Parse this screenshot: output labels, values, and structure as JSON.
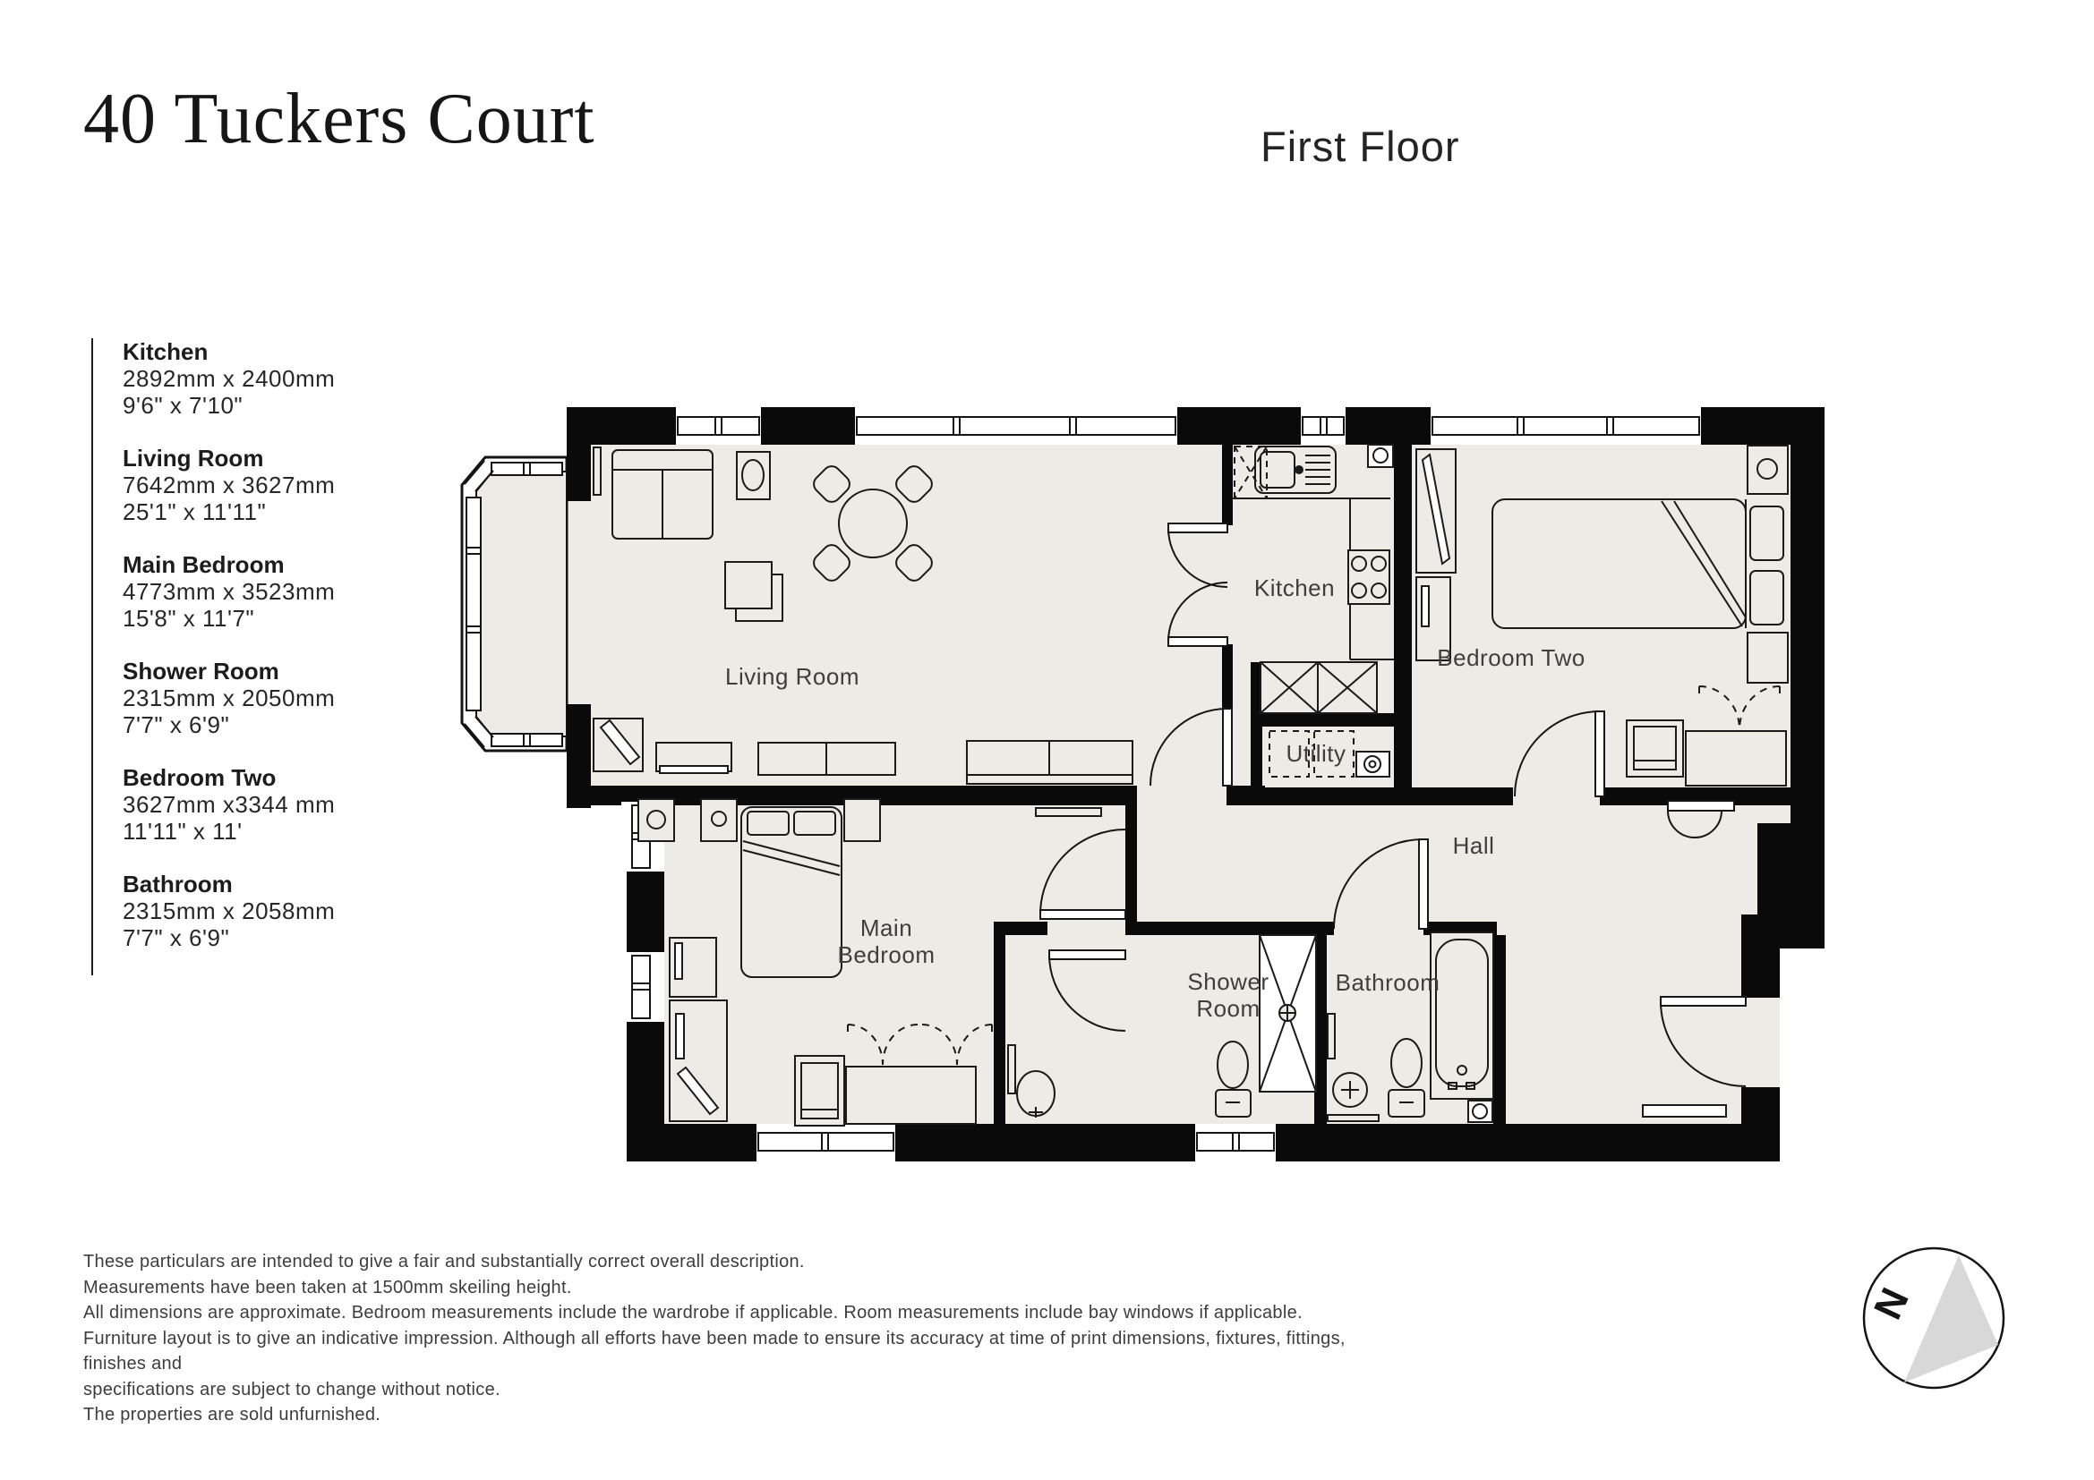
{
  "title": "40 Tuckers Court",
  "floor_label": "First Floor",
  "sidebar": {
    "rooms": [
      {
        "name": "Kitchen",
        "metric": "2892mm x 2400mm",
        "imperial": "9'6\" x 7'10\""
      },
      {
        "name": "Living Room",
        "metric": "7642mm x 3627mm",
        "imperial": "25'1\" x 11'11\""
      },
      {
        "name": "Main Bedroom",
        "metric": "4773mm x 3523mm",
        "imperial": "15'8\" x 11'7\""
      },
      {
        "name": "Shower Room",
        "metric": "2315mm x 2050mm",
        "imperial": "7'7\" x 6'9\""
      },
      {
        "name": "Bedroom Two",
        "metric": "3627mm x3344 mm",
        "imperial": "11'11\" x 11'"
      },
      {
        "name": "Bathroom",
        "metric": "2315mm x 2058mm",
        "imperial": "7'7\" x 6'9\""
      }
    ]
  },
  "plan": {
    "labels": {
      "living_room": "Living Room",
      "kitchen": "Kitchen",
      "bedroom_two": "Bedroom Two",
      "utility": "Utility",
      "hall": "Hall",
      "main_bedroom": [
        "Main",
        "Bedroom"
      ],
      "shower_room": [
        "Shower",
        "Room"
      ],
      "bathroom": "Bathroom"
    }
  },
  "compass": {
    "north_label": "N"
  },
  "footer": {
    "lines": [
      "These particulars are intended to give a fair and substantially correct overall description.",
      "Measurements have been taken at 1500mm skeiling height.",
      "All dimensions are approximate. Bedroom measurements include the wardrobe if applicable. Room measurements include bay windows if applicable.",
      "Furniture layout is to give an indicative impression. Although all efforts have been made to ensure its accuracy at time of print dimensions, fixtures, fittings, finishes and",
      "specifications are subject to change without notice.",
      "The properties are sold unfurnished."
    ]
  },
  "colors": {
    "wall": "#0A0A0A",
    "floor": "#ECEBE5",
    "label_text": "#3E3E3E"
  }
}
